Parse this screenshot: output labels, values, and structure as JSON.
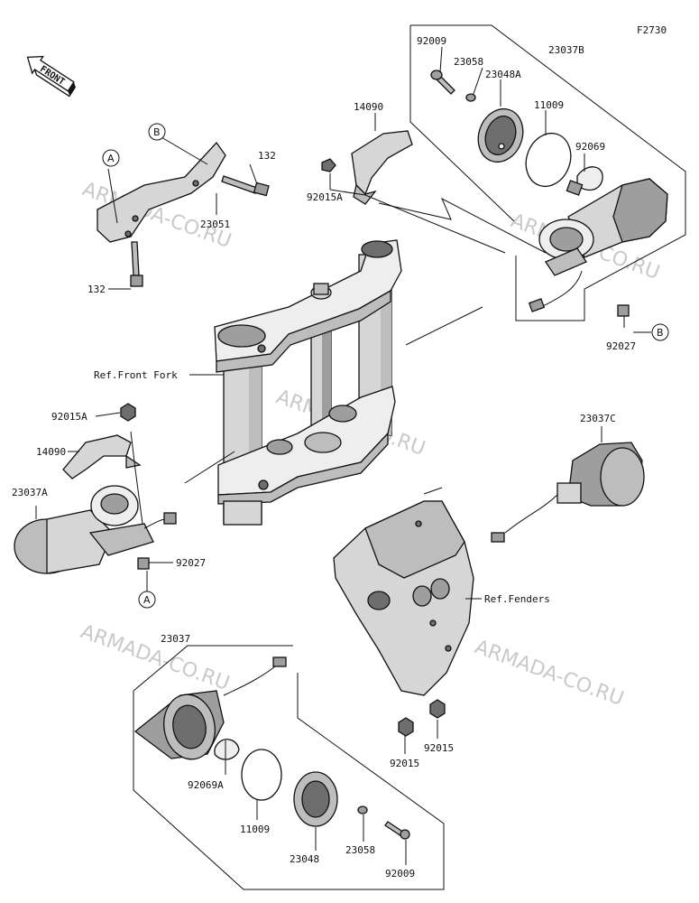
{
  "figure_code": "F2730",
  "direction_marker": "FRONT",
  "watermark": "ARMADA-CO.RU",
  "callouts": [
    "A",
    "B"
  ],
  "labels": {
    "p92009_top": "92009",
    "p23058_top": "23058",
    "p23048A": "23048A",
    "p23037B": "23037B",
    "p11009_top": "11009",
    "p92069": "92069",
    "p14090_top": "14090",
    "p92015A_top": "92015A",
    "p132_top": "132",
    "p23051": "23051",
    "p132_bot": "132",
    "ref_fork": "Ref.Front Fork",
    "p92027_top": "92027",
    "p92015A_left": "92015A",
    "p14090_left": "14090",
    "p23037A": "23037A",
    "p92027_left": "92027",
    "p23037C": "23037C",
    "ref_fenders": "Ref.Fenders",
    "p23037": "23037",
    "p92069A": "92069A",
    "p11009_bot": "11009",
    "p23048": "23048",
    "p23058_bot": "23058",
    "p92009_bot": "92009",
    "p92015_a": "92015",
    "p92015_b": "92015"
  }
}
